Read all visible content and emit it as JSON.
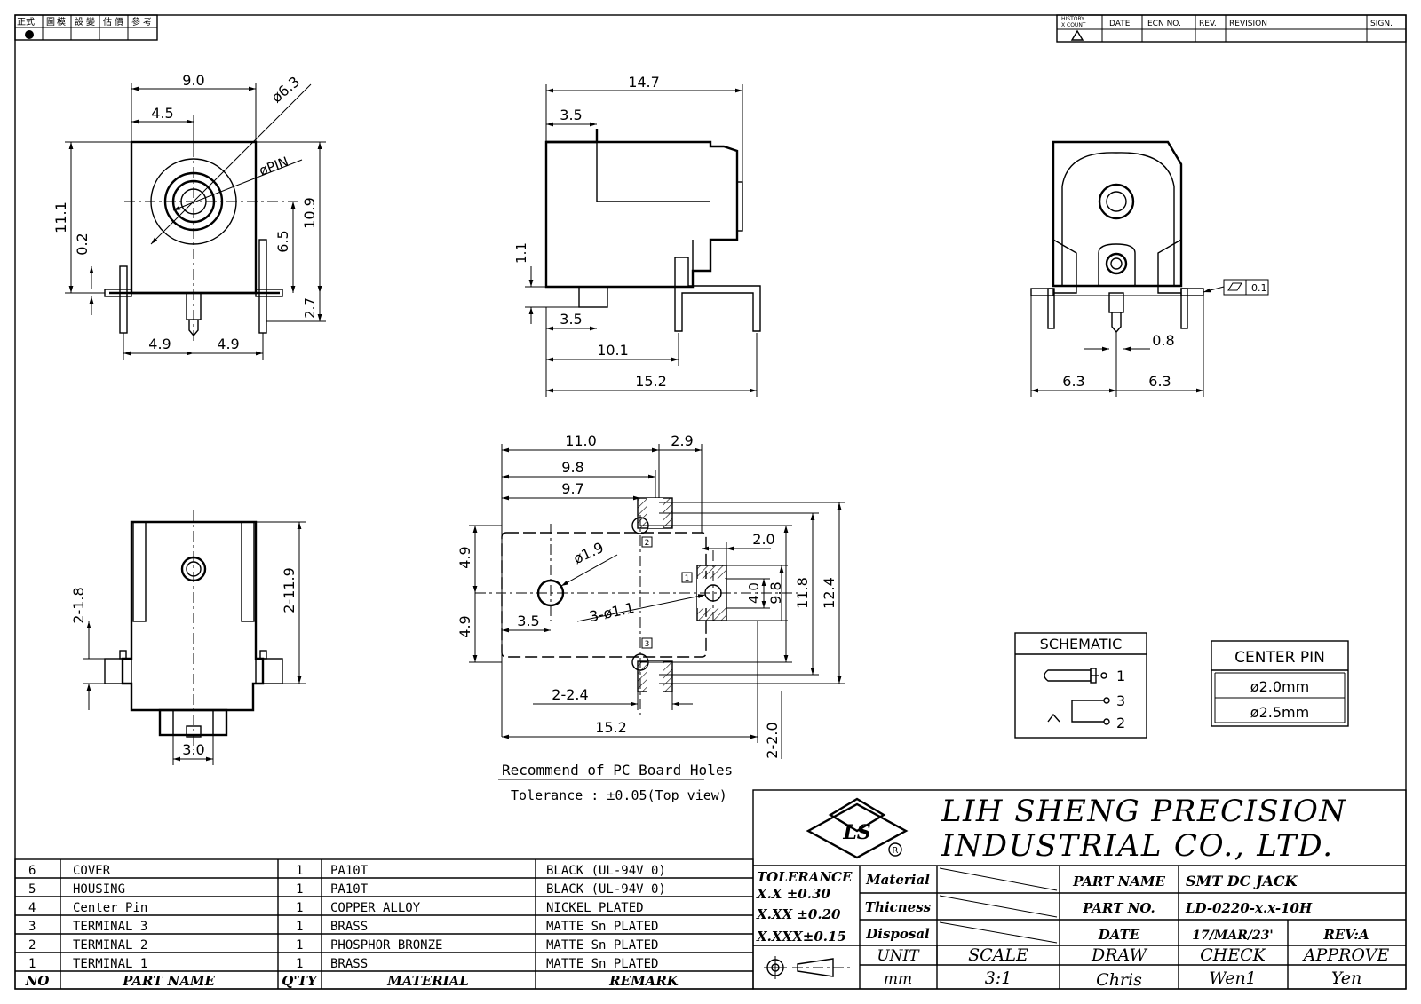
{
  "top_left_stamp": {
    "labels": [
      "正式",
      "圖",
      "模",
      "設",
      "變",
      "估",
      "價",
      "參",
      "考"
    ]
  },
  "revision_header": {
    "history": "HISTORY",
    "xcount": "X COUNT",
    "date": "DATE",
    "ecn": "ECN NO.",
    "rev": "REV.",
    "revision": "REVISION",
    "sign": "SIGN."
  },
  "front_view": {
    "d_width": "9.0",
    "d_half": "4.5",
    "d_dia": "ø6.3",
    "d_pin": "øPIN",
    "d_height": "11.1",
    "d_gap": "0.2",
    "d_center": "6.5",
    "d_body": "10.9",
    "d_foot": "2.7",
    "d_left": "4.9",
    "d_right": "4.9"
  },
  "side_view": {
    "d_length": "14.7",
    "d_step": "3.5",
    "d_thick": "1.1",
    "d_pin": "3.5",
    "d_mid": "10.1",
    "d_total": "15.2"
  },
  "rear_view": {
    "d_flat": "0.1",
    "d_pin": "0.8",
    "d_left": "6.3",
    "d_right": "6.3"
  },
  "bottom_view": {
    "d_slot": "2-1.8",
    "d_tall": "2-11.9",
    "d_pin": "3.0"
  },
  "pcb_layout": {
    "d_11": "11.0",
    "d_29": "2.9",
    "d_98": "9.8",
    "d_97": "9.7",
    "d_20": "2.0",
    "d_49a": "4.9",
    "d_49b": "4.9",
    "d_hole": "ø1.9",
    "d_3hole": "3-ø1.1",
    "d_35": "3.5",
    "d_40": "4.0",
    "d_98v": "9.8",
    "d_118": "11.8",
    "d_124": "12.4",
    "d_224": "2-2.4",
    "d_152": "15.2",
    "d_220": "2-2.0",
    "pin1": "1",
    "pin2": "2",
    "pin3": "3",
    "caption": "Recommend of PC Board Holes",
    "tolerance": "Tolerance : ±0.05(Top view)"
  },
  "schematic": {
    "title": "SCHEMATIC",
    "pins": [
      "1",
      "3",
      "2"
    ]
  },
  "center_pin": {
    "title": "CENTER PIN",
    "options": [
      "ø2.0mm",
      "ø2.5mm"
    ]
  },
  "title_block": {
    "company_line1": "LIH SHENG PRECISION",
    "company_line2": "INDUSTRIAL CO., LTD.",
    "logo_text": "LS",
    "tolerance_label": "TOLERANCE",
    "tol_1": "X.X   ±0.30",
    "tol_2": "X.XX  ±0.20",
    "tol_3": "X.XXX±0.15",
    "material": "Material",
    "thicness": "Thicness",
    "disposal": "Disposal",
    "part_name_label": "PART NAME",
    "part_name": "SMT DC JACK",
    "part_no_label": "PART NO.",
    "part_no": "LD-0220-x.x-10H",
    "date_label": "DATE",
    "date": "17/MAR/23'",
    "rev": "REV:A",
    "unit_label": "UNIT",
    "unit": "mm",
    "scale_label": "SCALE",
    "scale": "3:1",
    "draw_label": "DRAW",
    "draw": "Chris",
    "check_label": "CHECK",
    "check": "Wen1",
    "approve_label": "APPROVE",
    "approve": "Yen"
  },
  "bom": {
    "headers": [
      "NO",
      "PART NAME",
      "Q'TY",
      "MATERIAL",
      "REMARK"
    ],
    "rows": [
      {
        "no": "6",
        "name": "COVER",
        "qty": "1",
        "material": "PA10T",
        "remark": "BLACK (UL-94V 0)"
      },
      {
        "no": "5",
        "name": "HOUSING",
        "qty": "1",
        "material": "PA10T",
        "remark": "BLACK (UL-94V 0)"
      },
      {
        "no": "4",
        "name": "Center Pin",
        "qty": "1",
        "material": "COPPER ALLOY",
        "remark": "NICKEL PLATED"
      },
      {
        "no": "3",
        "name": "TERMINAL 3",
        "qty": "1",
        "material": "BRASS",
        "remark": "MATTE Sn PLATED"
      },
      {
        "no": "2",
        "name": "TERMINAL 2",
        "qty": "1",
        "material": "PHOSPHOR BRONZE",
        "remark": "MATTE Sn PLATED"
      },
      {
        "no": "1",
        "name": "TERMINAL 1",
        "qty": "1",
        "material": "BRASS",
        "remark": "MATTE Sn PLATED"
      }
    ]
  }
}
